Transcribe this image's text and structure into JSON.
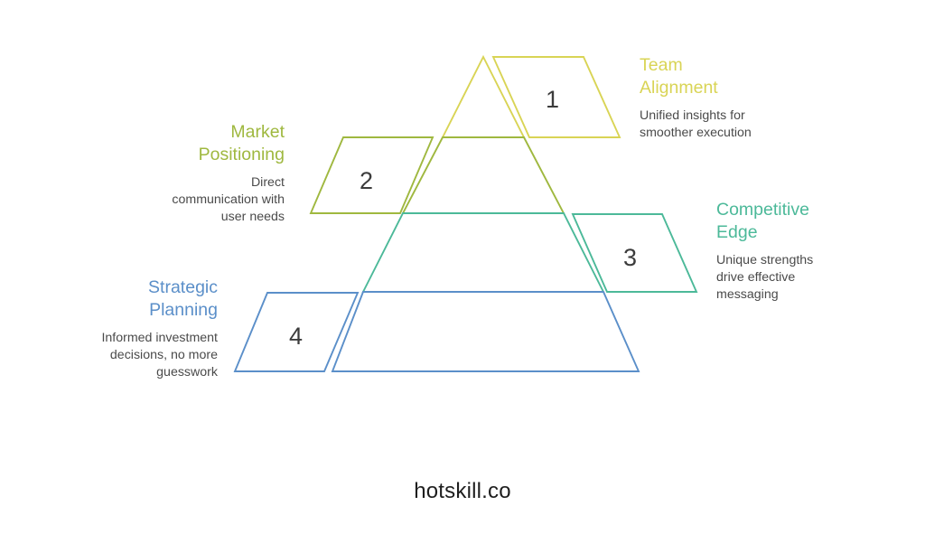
{
  "diagram": {
    "type": "pyramid-with-callouts",
    "levels": [
      {
        "number": "1",
        "title": "Team\nAlignment",
        "description": "Unified insights for\nsmoother execution",
        "color": "#d9d455",
        "side": "right"
      },
      {
        "number": "2",
        "title": "Market\nPositioning",
        "description": "Direct\ncommunication with\nuser needs",
        "color": "#9fb83f",
        "side": "left"
      },
      {
        "number": "3",
        "title": "Competitive\nEdge",
        "description": "Unique strengths\ndrive effective\nmessaging",
        "color": "#4cb999",
        "side": "right"
      },
      {
        "number": "4",
        "title": "Strategic\nPlanning",
        "description": "Informed investment\ndecisions, no more\nguesswork",
        "color": "#5b8fc9",
        "side": "left"
      }
    ]
  },
  "footer": {
    "brand": "hotskill.co"
  },
  "colors": {
    "background": "#ffffff",
    "number_text": "#3c3c3c",
    "description_text": "#4a4a4a",
    "brand_text": "#1e1e1e"
  }
}
